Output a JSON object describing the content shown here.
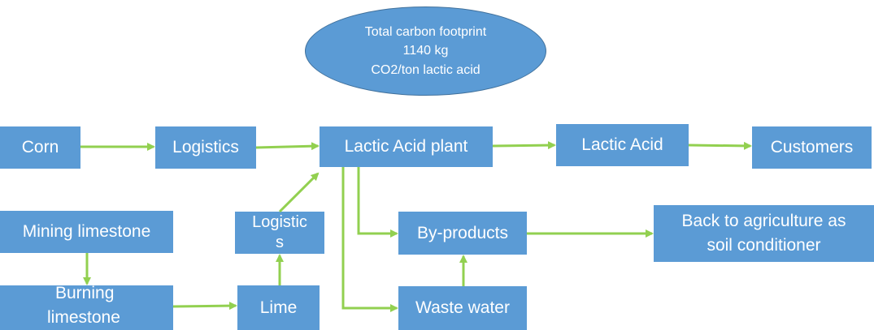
{
  "summary": {
    "line1": "Total carbon footprint",
    "line2": "1140 kg",
    "line3": "CO2/ton  lactic acid"
  },
  "nodes": {
    "corn": "Corn",
    "logistics": "Logistics",
    "lactic_acid_plant": "Lactic Acid plant",
    "lactic_acid": "Lactic Acid",
    "customers": "Customers",
    "mining_limestone": "Mining limestone",
    "burning_limestone_1": "Burning",
    "burning_limestone_2": "limestone",
    "logistics_2_line1": "Logistic",
    "logistics_2_line2": "s",
    "lime": "Lime",
    "by_products": "By-products",
    "waste_water": "Waste water",
    "back_to_agriculture_1": "Back to agriculture as",
    "back_to_agriculture_2": "soil conditioner"
  },
  "colors": {
    "box_fill": "#5b9bd5",
    "arrow": "#92d050",
    "text": "#ffffff"
  }
}
